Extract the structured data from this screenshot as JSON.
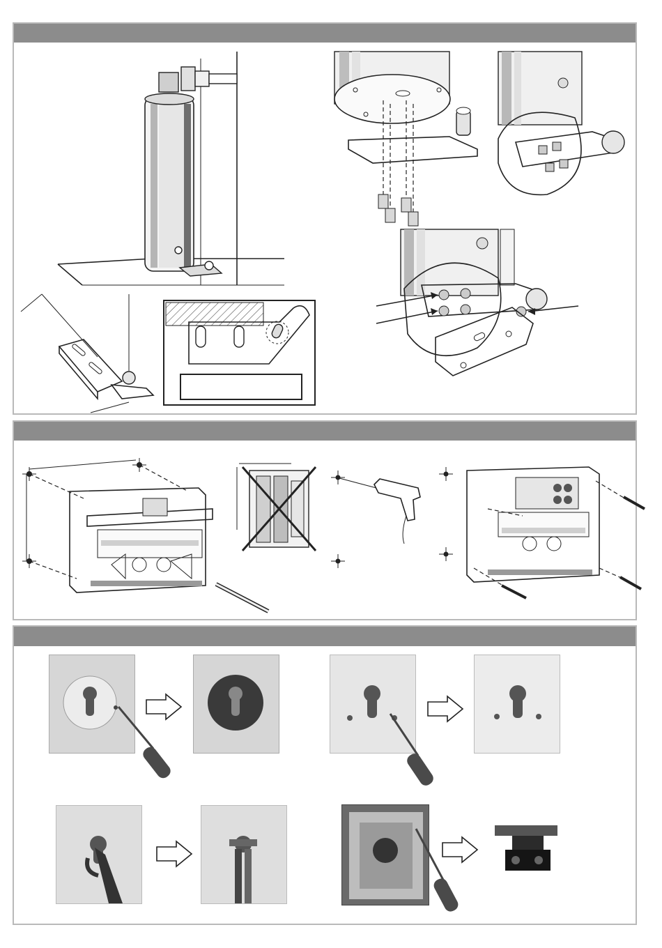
{
  "panels": [
    {
      "id": "fixing-plate-installation"
    },
    {
      "id": "control-box-wall-mounting"
    },
    {
      "id": "key-switch-assembly"
    }
  ],
  "colors": {
    "panel_bar": "#8c8c8c",
    "panel_border": "#b9b9b9",
    "line_art": "#222222",
    "photo_plate": "#d8d8d8",
    "hatching": "#555555"
  },
  "icons": {
    "step_arrow": "hollow-right-arrow",
    "mount_point": "crosshair",
    "prohibited": "cross-out"
  }
}
